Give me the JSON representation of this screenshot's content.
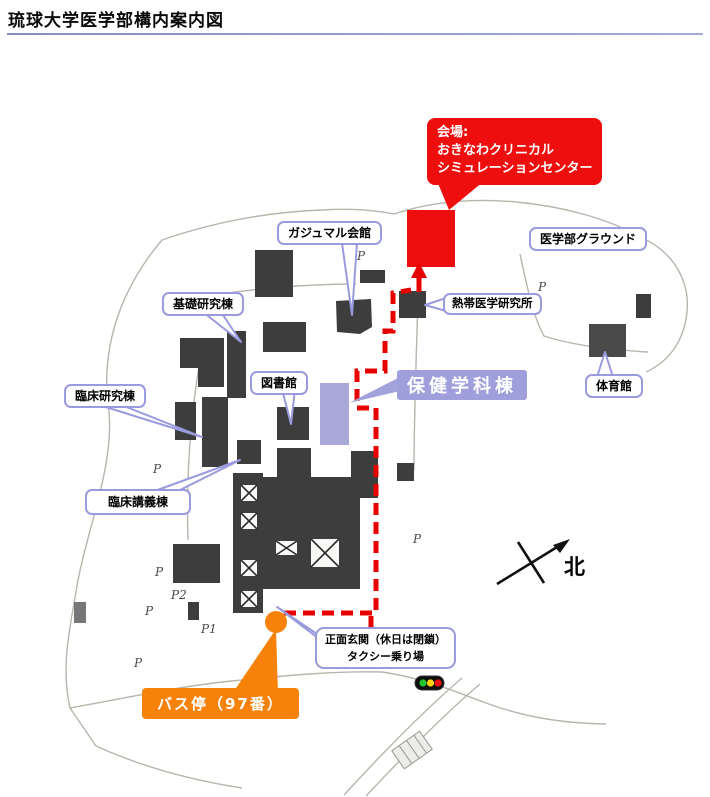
{
  "page_title": "琉球大学医学部構内案内図",
  "venue_callout": {
    "line1": "会場:",
    "line2": "おきなわクリニカル",
    "line3": "シミュレーションセンター"
  },
  "buildings": {
    "gajumaru_hall": "ガジュマル会館",
    "med_ground": "医学部グラウンド",
    "basic_research": "基礎研究棟",
    "tropical_medicine": "熱帯医学研究所",
    "library": "図書館",
    "health_sciences": "保健学科棟",
    "clinical_research": "臨床研究棟",
    "clinical_lecture": "臨床講義棟",
    "gymnasium": "体育館"
  },
  "access": {
    "main_entrance": "正面玄関（休日は閉鎖）",
    "taxi_stand": "タクシー乗り場",
    "bus_stop": "バス停（97番）"
  },
  "compass": {
    "north": "北"
  },
  "parking": {
    "p": "P",
    "p1": "P1",
    "p2": "P2"
  },
  "colors": {
    "venue_red": "#ee0e0e",
    "route_red": "#e60000",
    "bus_orange": "#f6820a",
    "label_border_purple": "#9a9ade",
    "badge_purple": "#9f9fdc",
    "building_purple": "#a8a8d8"
  }
}
